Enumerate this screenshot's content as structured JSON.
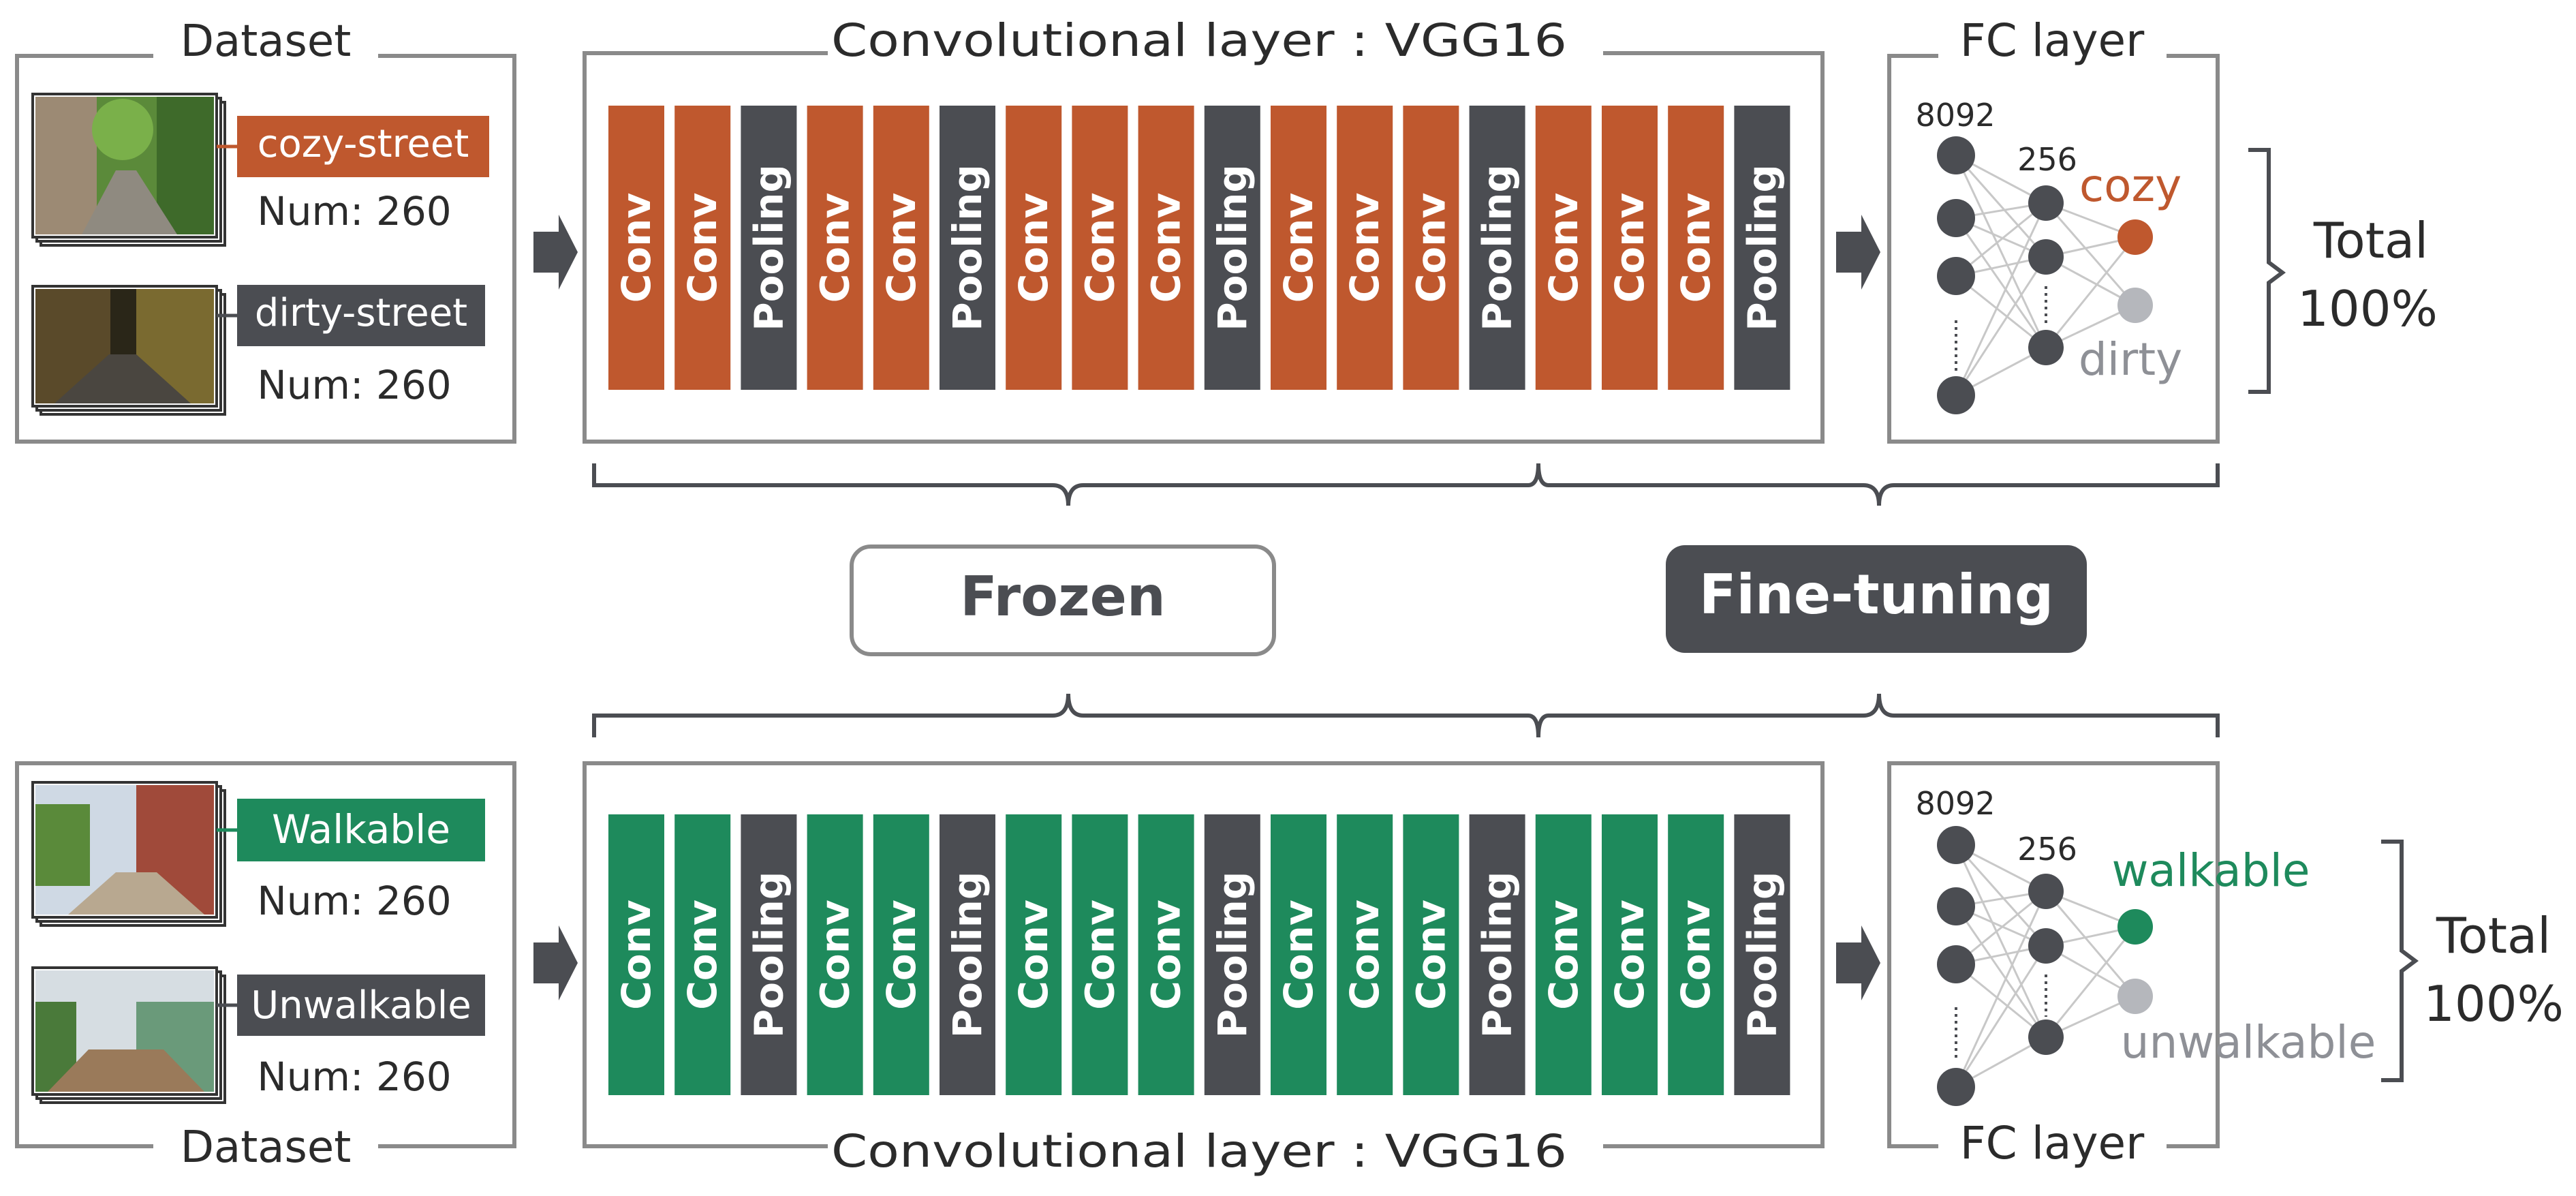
{
  "colors": {
    "conv_top": "#bf582e",
    "conv_bottom": "#1e8a5c",
    "pooling": "#4b4d52",
    "frame": "#8a8a8a",
    "node_dark": "#4b4d52",
    "node_light": "#b5b7bc",
    "edge": "#c8c8c8",
    "arrow": "#4b4d52"
  },
  "top": {
    "dataset_title": "Dataset",
    "items": [
      {
        "label": "cozy-street",
        "num": "Num: 260",
        "color": "#bf582e",
        "icon": "street-photo-stack"
      },
      {
        "label": "dirty-street",
        "num": "Num: 260",
        "color": "#4b4d52",
        "icon": "street-photo-stack"
      }
    ],
    "conv_title": "Convolutional layer : VGG16",
    "fc_title": "FC layer",
    "fc": {
      "input": "8092",
      "hidden": "256",
      "out_pos": "cozy",
      "out_neg": "dirty"
    },
    "total_line1": "Total",
    "total_line2": "100%"
  },
  "middle": {
    "frozen": "Frozen",
    "finetuning": "Fine-tuning"
  },
  "bottom": {
    "dataset_title": "Dataset",
    "items": [
      {
        "label": "Walkable",
        "num": "Num: 260",
        "color": "#1e8a5c",
        "icon": "street-photo-stack"
      },
      {
        "label": "Unwalkable",
        "num": "Num: 260",
        "color": "#4b4d52",
        "icon": "street-photo-stack"
      }
    ],
    "conv_title": "Convolutional layer : VGG16",
    "fc_title": "FC layer",
    "fc": {
      "input": "8092",
      "hidden": "256",
      "out_pos": "walkable",
      "out_neg": "unwalkable"
    },
    "total_line1": "Total",
    "total_line2": "100%"
  },
  "layers": [
    "Conv",
    "Conv",
    "Pooling",
    "Conv",
    "Conv",
    "Pooling",
    "Conv",
    "Conv",
    "Conv",
    "Pooling",
    "Conv",
    "Conv",
    "Conv",
    "Pooling",
    "Conv",
    "Conv",
    "Conv",
    "Pooling"
  ]
}
